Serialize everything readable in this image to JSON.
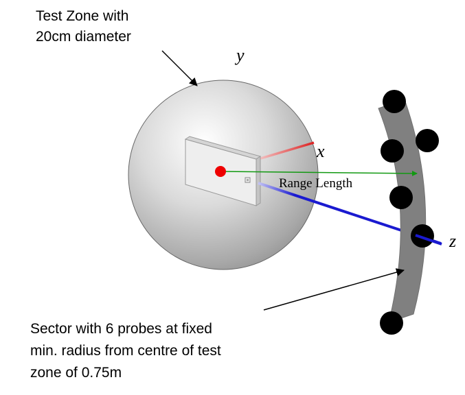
{
  "annotations": {
    "test_zone": [
      "Test Zone with",
      "20cm diameter"
    ],
    "sector": [
      "Sector with 6 probes at fixed",
      "min. radius from centre of test",
      "zone of 0.75m"
    ],
    "range_length": "Range Length"
  },
  "axes": {
    "x": "x",
    "y": "y",
    "z": "z"
  },
  "colors": {
    "y_axis": "#22cc22",
    "x_axis": "#cc2222",
    "z_axis": "#1a1ad0",
    "range_arrow": "#119911",
    "sector": "#808080",
    "probe": "#000000",
    "center_dot": "#ee0000"
  }
}
